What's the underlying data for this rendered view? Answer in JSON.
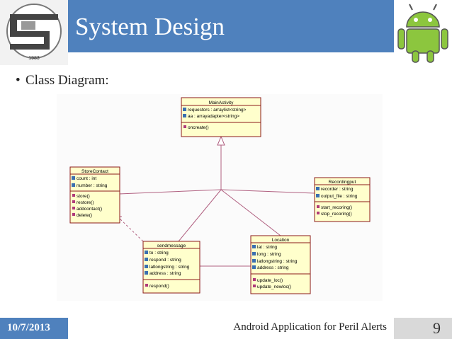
{
  "header": {
    "title": "System Design",
    "logo_year": "1983"
  },
  "content": {
    "bullet": "Class Diagram:"
  },
  "diagram": {
    "classes": [
      {
        "id": "mainactivity",
        "name": "MainActivity",
        "attributes": [
          "requestors : arraylist<string>",
          "aa : arrayadapter<string>"
        ],
        "methods": [
          "oncreate()"
        ]
      },
      {
        "id": "storecontact",
        "name": "StoreContact",
        "attributes": [
          "count : int",
          "number : string"
        ],
        "methods": [
          "store()",
          "restore()",
          "addcontact()",
          "delete()"
        ]
      },
      {
        "id": "recordingput",
        "name": "Recordingput",
        "attributes": [
          "recorder : string",
          "output_file : string"
        ],
        "methods": [
          "start_recoring()",
          "stop_recoring()"
        ]
      },
      {
        "id": "sendmessage",
        "name": "sendmessage",
        "attributes": [
          "to : string",
          "respond : string",
          "latlongstring : string",
          "address : string"
        ],
        "methods": [
          "respond()"
        ]
      },
      {
        "id": "location",
        "name": "Location",
        "attributes": [
          "lat : string",
          "long : string",
          "latlongstring : string",
          "address : string"
        ],
        "methods": [
          "update_loc()",
          "update_newloc()"
        ]
      }
    ]
  },
  "footer": {
    "date": "10/7/2013",
    "title": "Android Application for Peril Alerts",
    "page": "9"
  },
  "colors": {
    "title_bar": "#4f81bd",
    "class_header": "#ffffcc",
    "class_border": "#8b1a1a",
    "line": "#b06080"
  }
}
